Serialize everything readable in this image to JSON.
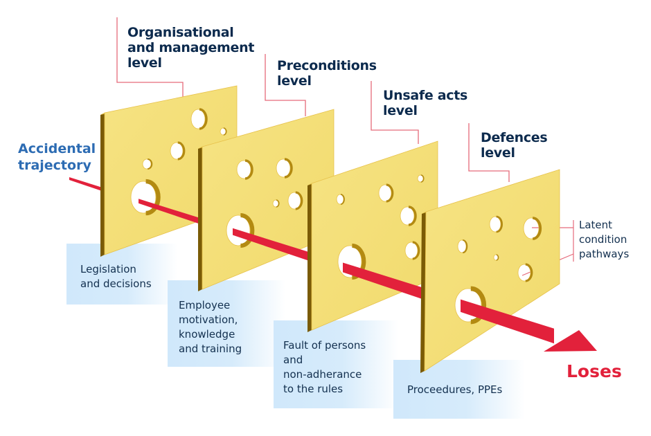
{
  "diagram": {
    "type": "swiss-cheese-model",
    "trajectory_label": [
      "Accidental",
      "trajectory"
    ],
    "outcome_label": "Loses",
    "latent_label": [
      "Latent",
      "condition",
      "pathways"
    ],
    "levels": [
      {
        "title": [
          "Organisational",
          "and management",
          "level"
        ],
        "description": [
          "Legislation",
          "and decisions"
        ]
      },
      {
        "title": [
          "Preconditions",
          "level"
        ],
        "description": [
          "Employee",
          "motivation,",
          "knowledge",
          "and training"
        ]
      },
      {
        "title": [
          "Unsafe acts",
          "level"
        ],
        "description": [
          "Fault of persons",
          "and",
          "non-adherance",
          "to the rules"
        ]
      },
      {
        "title": [
          "Defences",
          "level"
        ],
        "description": [
          "Proceedures, PPEs"
        ]
      }
    ],
    "colors": {
      "title": "#0c2a4d",
      "trajectory": "#2d6cb3",
      "arrow": "#e2213b",
      "arrow_shadow": "#a3162c",
      "cheese_face": "#f4e07a",
      "cheese_edge": "#7a5b06",
      "cheese_top": "#e9c23a",
      "connector": "#e56a7a",
      "box": "#d3e9fb"
    }
  }
}
